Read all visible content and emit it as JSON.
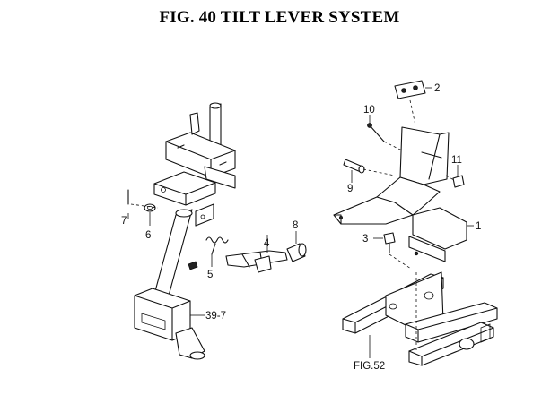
{
  "figure": {
    "title": "FIG. 40  TILT LEVER SYSTEM"
  },
  "callouts": [
    {
      "id": "c2",
      "text": "2"
    },
    {
      "id": "c10",
      "text": "10"
    },
    {
      "id": "c11",
      "text": "11"
    },
    {
      "id": "c9",
      "text": "9"
    },
    {
      "id": "c1",
      "text": "1"
    },
    {
      "id": "c3",
      "text": "3"
    },
    {
      "id": "c7",
      "text": "7"
    },
    {
      "id": "c6",
      "text": "6"
    },
    {
      "id": "c8",
      "text": "8"
    },
    {
      "id": "c4",
      "text": "4"
    },
    {
      "id": "c5",
      "text": "5"
    },
    {
      "id": "c39_7",
      "text": "39-7"
    },
    {
      "id": "cfig52",
      "text": "FIG.52"
    }
  ]
}
